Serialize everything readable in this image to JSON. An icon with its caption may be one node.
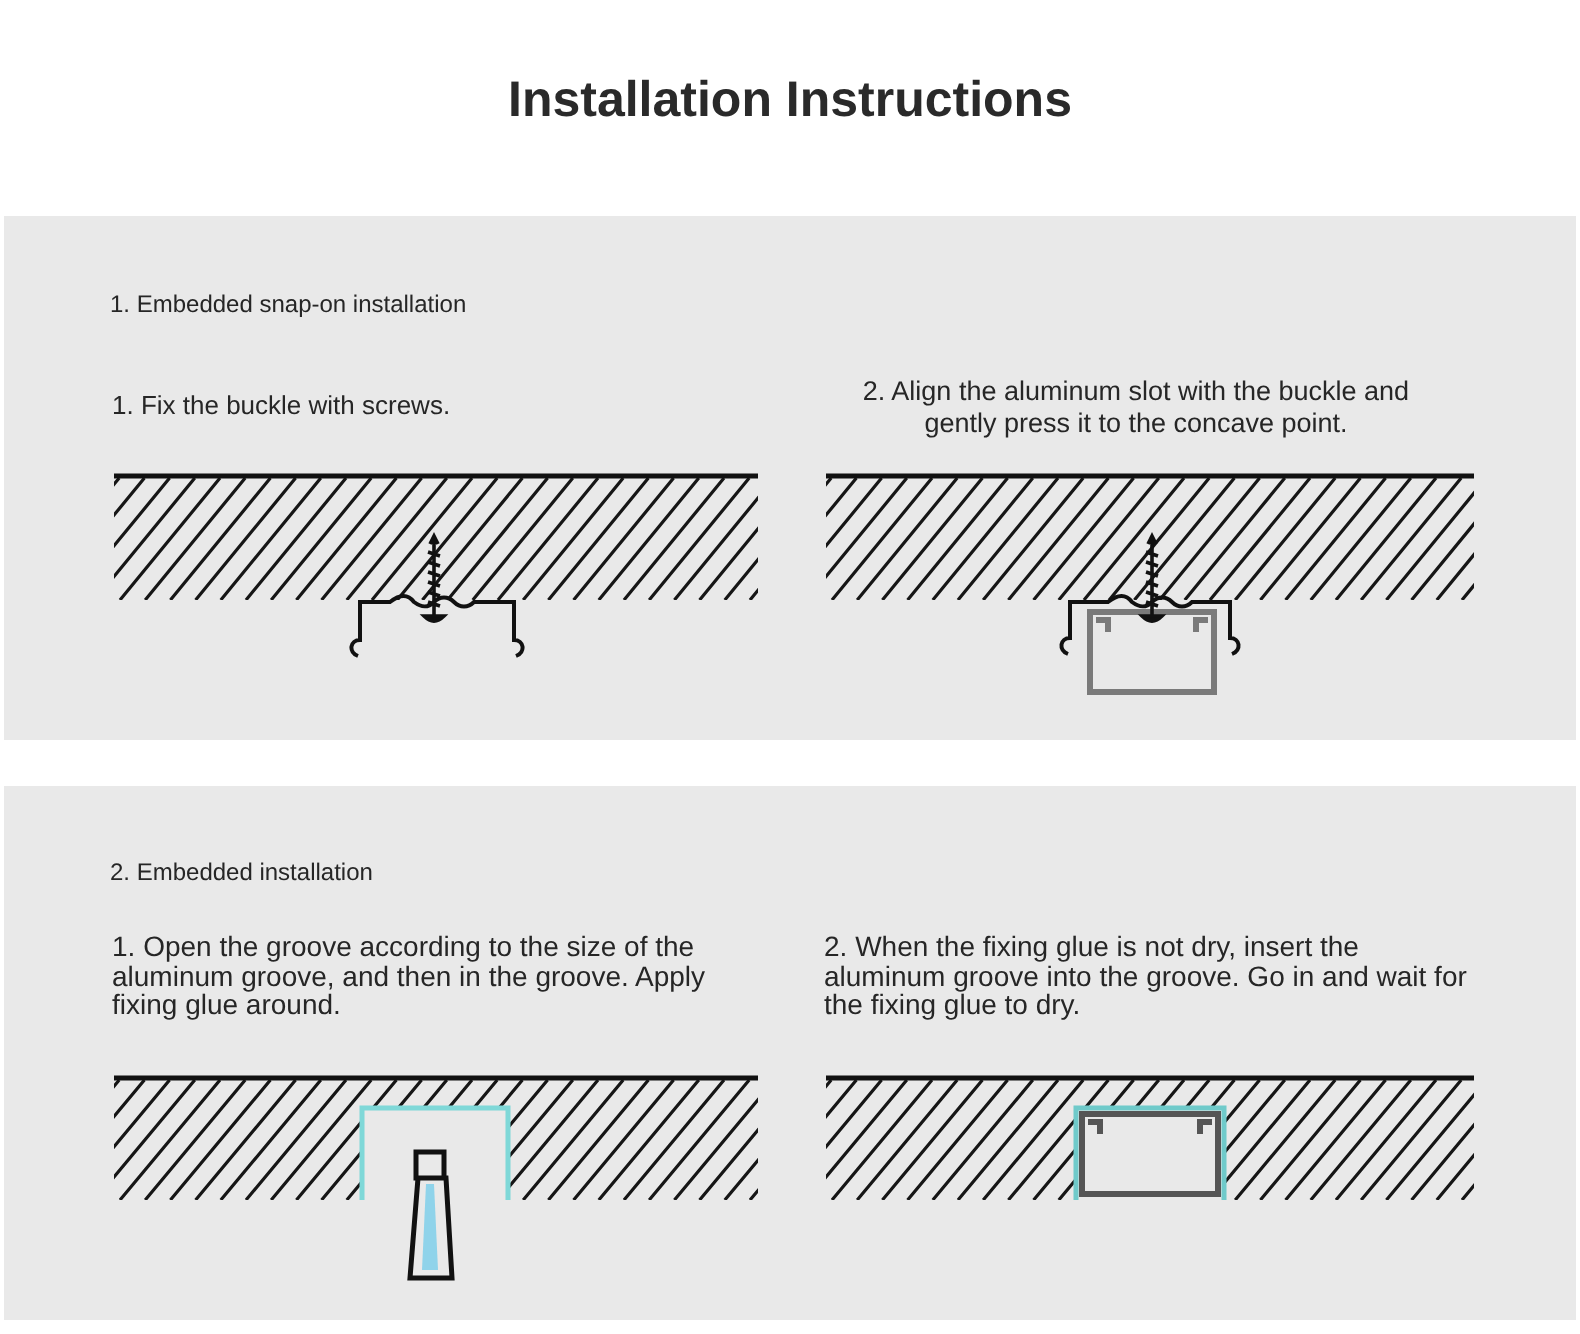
{
  "diagram": {
    "title": "Installation Instructions",
    "nodes": [
      {
        "text": [
          "1. Embedded snap-on installation",
          "1. Fix the buckle with screws.",
          "2. Align the aluminum slot with the buckle and gently press it to the concave point."
        ]
      },
      {
        "text": [
          "2. Embedded installation",
          "1. Open the groove according to the size of the aluminum groove, and then in the groove. Apply fixing glue around.",
          "2. When the fixing glue is not dry, insert the aluminum groove into the groove. Go in and wait for the fixing glue to dry."
        ]
      }
    ]
  }
}
